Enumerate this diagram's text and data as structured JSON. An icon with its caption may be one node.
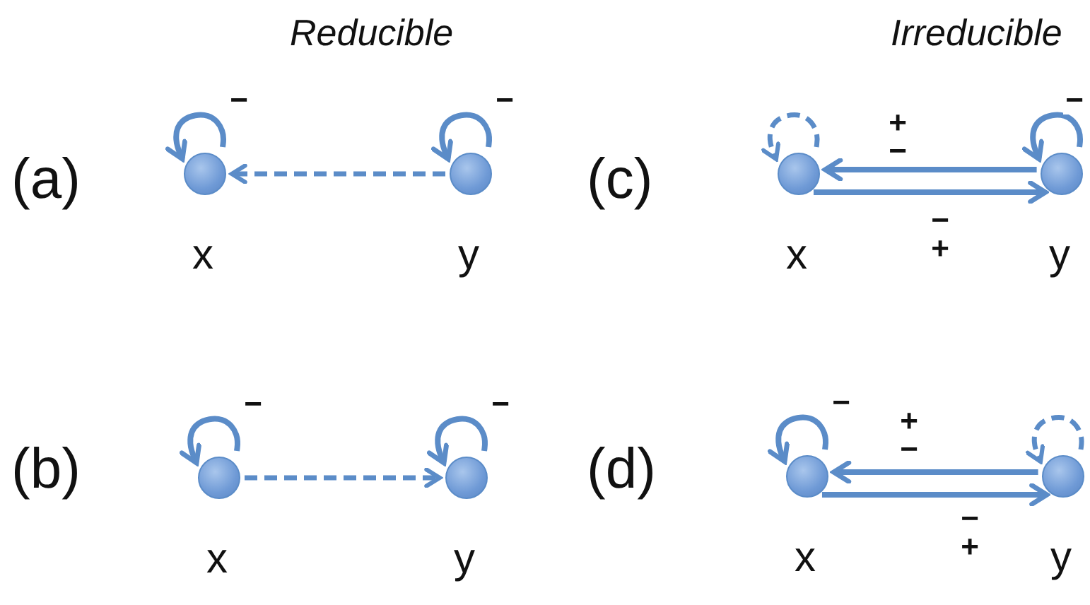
{
  "diagram": {
    "nodes": [
      {
        "text": [
          "x"
        ]
      },
      {
        "text": [
          "y"
        ]
      },
      {
        "text": [
          "x"
        ]
      },
      {
        "text": [
          "y"
        ]
      },
      {
        "text": [
          "x"
        ]
      },
      {
        "text": [
          "y"
        ]
      },
      {
        "text": [
          "x"
        ]
      },
      {
        "text": [
          "y"
        ]
      }
    ],
    "edges": [
      {
        "from": 1,
        "to": 0,
        "arrow": "to",
        "style": "dashed"
      },
      {
        "from": 0,
        "to": 0,
        "arrow": "to",
        "label": "−"
      },
      {
        "from": 1,
        "to": 1,
        "arrow": "to",
        "label": "−"
      },
      {
        "from": 2,
        "to": 3,
        "arrow": "to",
        "style": "dashed"
      },
      {
        "from": 2,
        "to": 2,
        "arrow": "to",
        "label": "−"
      },
      {
        "from": 3,
        "to": 3,
        "arrow": "to",
        "label": "−"
      },
      {
        "from": 5,
        "to": 4,
        "arrow": "to",
        "label": "+ −"
      },
      {
        "from": 4,
        "to": 5,
        "arrow": "to",
        "label": "− +"
      },
      {
        "from": 4,
        "to": 4,
        "arrow": "to",
        "style": "dashed"
      },
      {
        "from": 5,
        "to": 5,
        "arrow": "to",
        "label": "−"
      },
      {
        "from": 7,
        "to": 6,
        "arrow": "to",
        "label": "+ −"
      },
      {
        "from": 6,
        "to": 7,
        "arrow": "to",
        "label": "− +"
      },
      {
        "from": 6,
        "to": 6,
        "arrow": "to",
        "label": "−"
      },
      {
        "from": 7,
        "to": 7,
        "arrow": "to",
        "style": "dashed"
      }
    ],
    "labels": [
      "Reducible",
      "Irreducible",
      "(a)",
      "(b)",
      "(c)",
      "(d)"
    ]
  }
}
